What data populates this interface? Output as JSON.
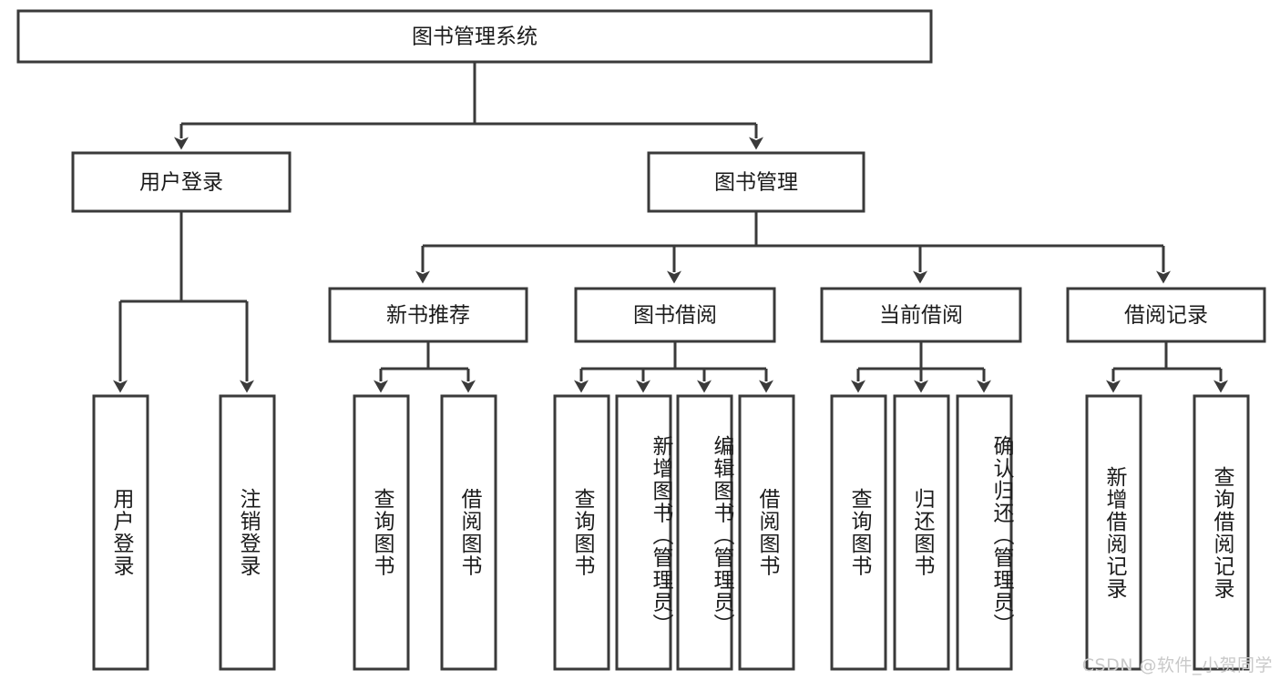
{
  "diagram": {
    "title": "图书管理系统",
    "type": "tree-hierarchy",
    "watermark": "CSDN @软件_小贺同学",
    "root": {
      "id": "root",
      "label": "图书管理系统"
    },
    "level2": [
      {
        "id": "user-login",
        "label": "用户登录"
      },
      {
        "id": "book-management",
        "label": "图书管理"
      }
    ],
    "level3": [
      {
        "id": "new-book-recommend",
        "label": "新书推荐"
      },
      {
        "id": "book-borrow",
        "label": "图书借阅"
      },
      {
        "id": "current-borrow",
        "label": "当前借阅"
      },
      {
        "id": "borrow-record",
        "label": "借阅记录"
      }
    ],
    "leaves": {
      "user-login": [
        {
          "id": "leaf-user-login",
          "label": "用户登录"
        },
        {
          "id": "leaf-logout-login",
          "label": "注销登录"
        }
      ],
      "new-book-recommend": [
        {
          "id": "leaf-query-book-1",
          "label": "查询图书"
        },
        {
          "id": "leaf-borrow-book-1",
          "label": "借阅图书"
        }
      ],
      "book-borrow": [
        {
          "id": "leaf-query-book-2",
          "label": "查询图书"
        },
        {
          "id": "leaf-add-book",
          "label": "新增图书（管理员）"
        },
        {
          "id": "leaf-edit-book",
          "label": "编辑图书（管理员）"
        },
        {
          "id": "leaf-borrow-book-2",
          "label": "借阅图书"
        }
      ],
      "current-borrow": [
        {
          "id": "leaf-query-book-3",
          "label": "查询图书"
        },
        {
          "id": "leaf-return-book",
          "label": "归还图书"
        },
        {
          "id": "leaf-confirm-return",
          "label": "确认归还（管理员）"
        }
      ],
      "borrow-record": [
        {
          "id": "leaf-add-record",
          "label": "新增借阅记录"
        },
        {
          "id": "leaf-query-record",
          "label": "查询借阅记录"
        }
      ]
    },
    "colors": {
      "box_stroke": "#3a3a3a",
      "box_fill": "#ffffff",
      "text": "#1b1b1b",
      "connector": "#3a3a3a",
      "watermark": "#c9c9c9",
      "background": "#ffffff"
    }
  }
}
